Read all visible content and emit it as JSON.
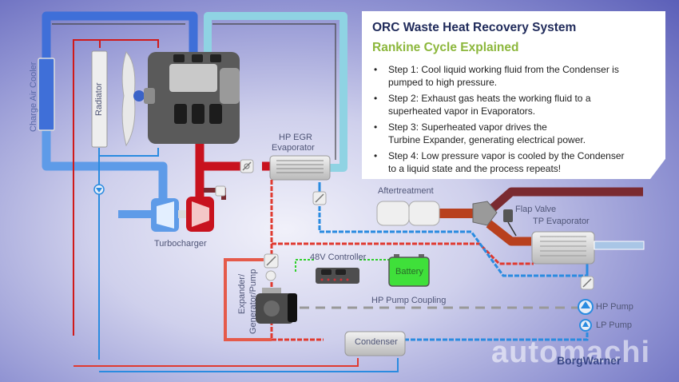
{
  "panel": {
    "title": "ORC Waste Heat Recovery System",
    "subtitle": "Rankine Cycle Explained",
    "steps": [
      {
        "line1": "Step 1:  Cool liquid working fluid from the Condenser is",
        "line2": "pumped to high pressure."
      },
      {
        "line1": "Step 2:  Exhaust gas heats the working fluid to a",
        "line2": "superheated vapor in Evaporators."
      },
      {
        "line1": "Step 3:  Superheated vapor drives the",
        "line2": "Turbine Expander, generating electrical power."
      },
      {
        "line1": "Step 4:  Low pressure vapor is cooled by the Condenser",
        "line2": "to a liquid state and the process repeats!"
      }
    ]
  },
  "labels": {
    "charge_air_cooler": "Charge Air Cooler",
    "radiator": "Radiator",
    "hp_egr_line1": "HP EGR",
    "hp_egr_line2": "Evaporator",
    "turbocharger": "Turbocharger",
    "aftertreatment": "Aftertreatment",
    "flap_valve": "Flap Valve",
    "tp_evaporator": "TP Evaporator",
    "controller": "48V Controller",
    "battery": "Battery",
    "expander_line1": "Expander/",
    "expander_line2": "Generator/Pump",
    "hp_pump_coupling": "HP Pump Coupling",
    "hp_pump": "HP Pump",
    "lp_pump": "LP Pump",
    "condenser": "Condenser"
  },
  "watermark": {
    "site": "automachi",
    "brand": "BorgWarner"
  },
  "colors": {
    "coolant_blue": "#3f6fd8",
    "charge_air_blue": "#5e9be8",
    "egr_cyan": "#8fd3e3",
    "exhaust_red": "#c8121e",
    "exhaust_dark": "#7a2a30",
    "exhaust_orange": "#b8401e",
    "working_fluid_red": "#e03a30",
    "working_fluid_blue": "#2a8be0",
    "battery_green": "#3fe03a",
    "title_navy": "#1f2a5a",
    "subtitle_green": "#8cb73c"
  }
}
